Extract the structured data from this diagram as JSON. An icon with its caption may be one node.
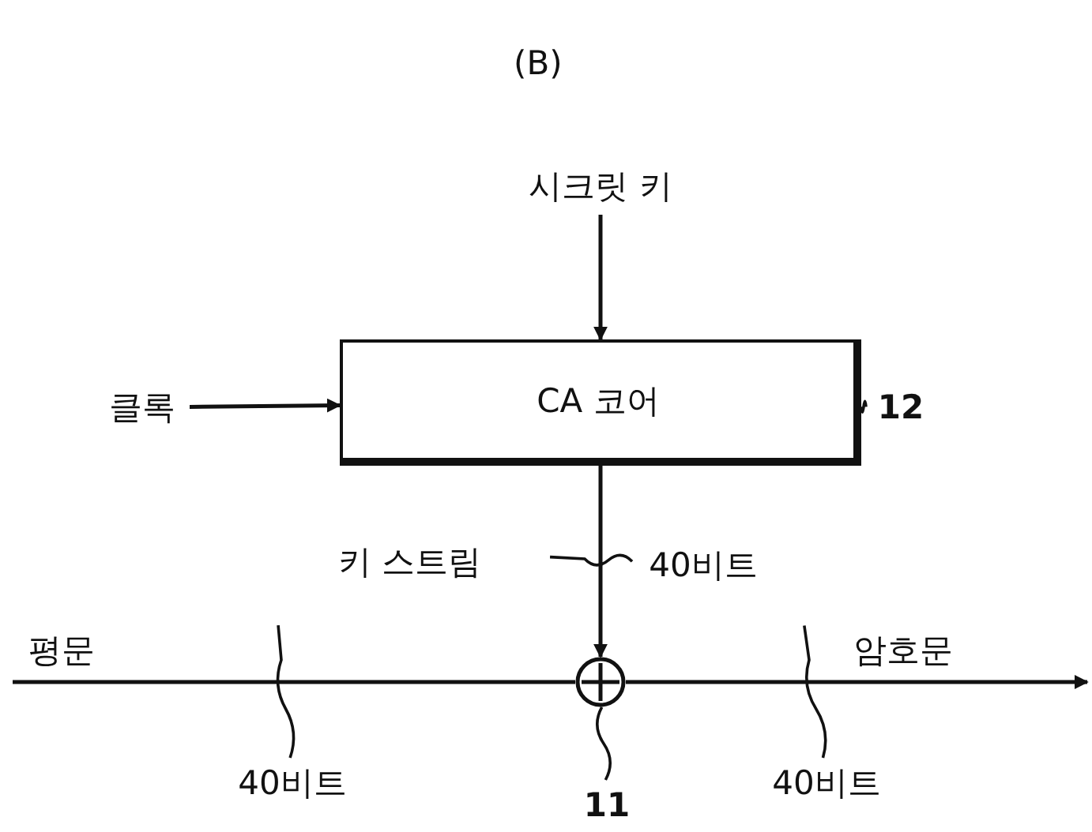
{
  "diagram": {
    "title": "(B)",
    "nodes": [
      {
        "text": [
          "시크릿 키"
        ]
      },
      {
        "text": [
          "CA 코어"
        ]
      },
      {
        "text": [
          "클록"
        ]
      },
      {
        "text": [],
        "shape": "circle"
      },
      {
        "text": [
          "12"
        ]
      },
      {
        "text": [
          "11"
        ]
      },
      {
        "text": [
          "40비트"
        ]
      },
      {
        "text": [
          "40비트"
        ]
      },
      {
        "text": [
          "40비트"
        ]
      }
    ],
    "edges": [
      {
        "from": 0,
        "to": 1,
        "arrow": "to"
      },
      {
        "from": 2,
        "to": 1,
        "arrow": "to"
      },
      {
        "from": 1,
        "to": 3,
        "arrow": "to",
        "label": "키 스트림"
      },
      {
        "from": null,
        "to": 3,
        "arrow": "none"
      },
      {
        "from": 3,
        "to": null,
        "arrow": "to"
      },
      {
        "from": 4,
        "to": 1,
        "arrow": "none"
      },
      {
        "from": 5,
        "to": 3,
        "arrow": "none"
      },
      {
        "from": 6,
        "to": null,
        "arrow": "none"
      },
      {
        "from": 7,
        "to": null,
        "arrow": "none"
      },
      {
        "from": 8,
        "to": null,
        "arrow": "none"
      }
    ],
    "labels": [
      "평문",
      "암호문"
    ]
  }
}
